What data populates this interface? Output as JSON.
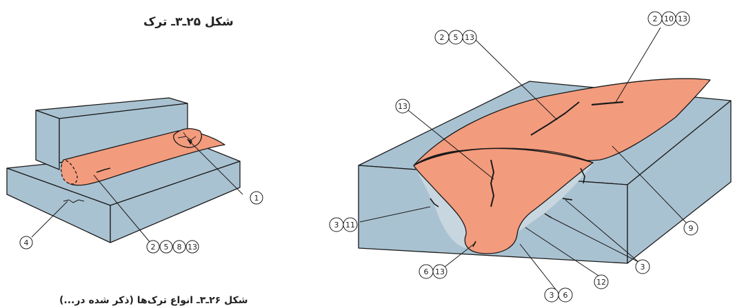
{
  "figure_title": "شکل ۲۵ـ۳ـ ترک",
  "bottom_caption": "شکل ۲۶ـ۳ـ انواع ترک‌ها (ذکر شده در...)",
  "colors": {
    "metal": "#a9c2d1",
    "weld": "#f39b7d",
    "line": "#1a1a1a"
  },
  "fillet_callouts": [
    {
      "id": "fillet-1",
      "numbers": [
        "1"
      ]
    },
    {
      "id": "fillet-4",
      "numbers": [
        "4"
      ]
    },
    {
      "id": "fillet-2-5-8-13",
      "numbers": [
        "2",
        "5",
        "8",
        "13"
      ]
    }
  ],
  "butt_callouts": [
    {
      "id": "butt-2-10-13",
      "numbers": [
        "2",
        "10",
        "13"
      ]
    },
    {
      "id": "butt-2-5-13",
      "numbers": [
        "2",
        "5",
        "13"
      ]
    },
    {
      "id": "butt-13",
      "numbers": [
        "13"
      ]
    },
    {
      "id": "butt-3-11",
      "numbers": [
        "3",
        "11"
      ]
    },
    {
      "id": "butt-9",
      "numbers": [
        "9"
      ]
    },
    {
      "id": "butt-3",
      "numbers": [
        "3"
      ]
    },
    {
      "id": "butt-12",
      "numbers": [
        "12"
      ]
    },
    {
      "id": "butt-6-13",
      "numbers": [
        "6",
        "13"
      ]
    },
    {
      "id": "butt-3-6",
      "numbers": [
        "3",
        "6"
      ]
    }
  ]
}
